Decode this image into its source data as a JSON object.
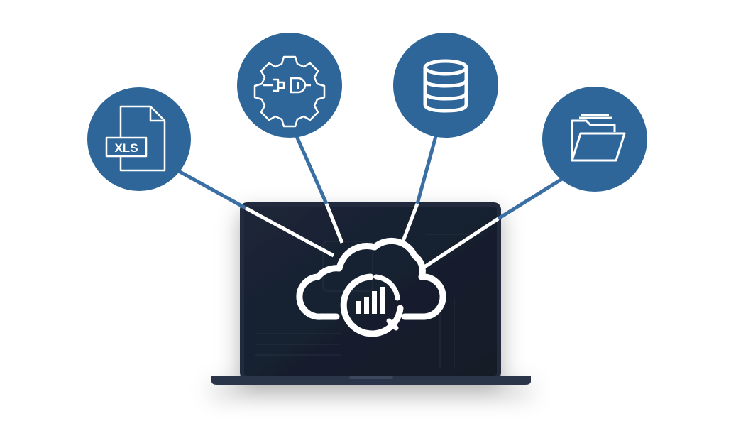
{
  "nodes": [
    {
      "name": "xls-file",
      "icon": "xls-file-icon",
      "label": "XLS"
    },
    {
      "name": "api-connector",
      "icon": "gear-plug-icon"
    },
    {
      "name": "database",
      "icon": "database-icon"
    },
    {
      "name": "folder",
      "icon": "folder-icon"
    }
  ],
  "center": {
    "icon": "cloud-analytics-icon"
  },
  "colors": {
    "node": "#2e6699",
    "line": "#3a6fa3",
    "screen": "#17202f",
    "laptop": "#1e2a3c"
  }
}
